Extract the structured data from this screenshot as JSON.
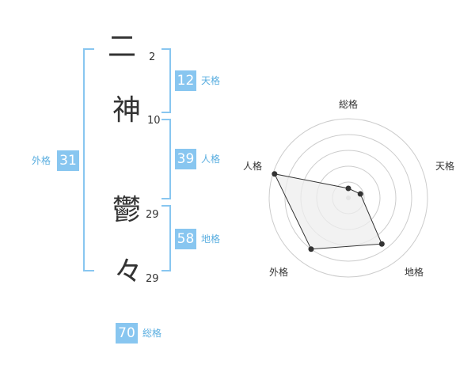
{
  "name": {
    "chars": [
      {
        "char": "二",
        "strokes": "2"
      },
      {
        "char": "神",
        "strokes": "10"
      },
      {
        "char": "鬱",
        "strokes": "29"
      },
      {
        "char": "々",
        "strokes": "29"
      }
    ]
  },
  "kakusu": {
    "gaikaku": {
      "value": "31",
      "label": "外格"
    },
    "tenkaku": {
      "value": "12",
      "label": "天格"
    },
    "jinkaku": {
      "value": "39",
      "label": "人格"
    },
    "chikaku": {
      "value": "58",
      "label": "地格"
    },
    "soukaku": {
      "value": "70",
      "label": "総格"
    }
  },
  "radar": {
    "axes": [
      "総格",
      "天格",
      "地格",
      "外格",
      "人格"
    ],
    "values": [
      0.12,
      0.16,
      0.72,
      0.8,
      0.98
    ],
    "colors": {
      "grid": "#cccccc",
      "fill": "#eeeeee",
      "stroke": "#333333",
      "point": "#333333"
    }
  },
  "colors": {
    "accent": "#88c6f0",
    "label": "#5aaee0"
  }
}
